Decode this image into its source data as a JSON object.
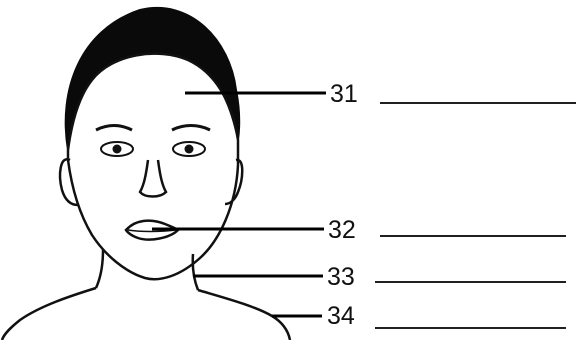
{
  "diagram": {
    "labels": [
      {
        "number": "31",
        "answer": ""
      },
      {
        "number": "32",
        "answer": ""
      },
      {
        "number": "33",
        "answer": ""
      },
      {
        "number": "34",
        "answer": ""
      }
    ]
  }
}
